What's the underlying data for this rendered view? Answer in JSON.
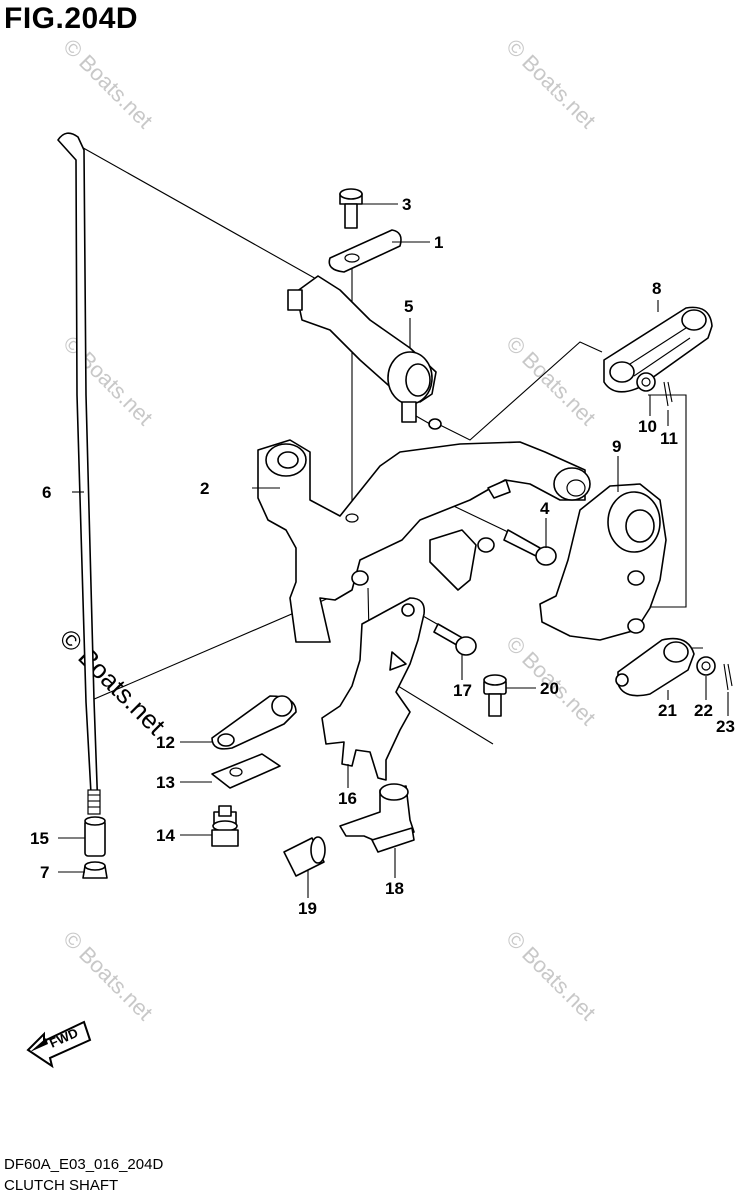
{
  "figure": {
    "title": "FIG.204D",
    "code": "DF60A_E03_016_204D",
    "name": "CLUTCH SHAFT",
    "watermark": "© Boats.net",
    "fwd_label": "FWD"
  },
  "callouts": [
    {
      "id": "c1",
      "label": "1"
    },
    {
      "id": "c2",
      "label": "2"
    },
    {
      "id": "c3",
      "label": "3"
    },
    {
      "id": "c4",
      "label": "4"
    },
    {
      "id": "c5",
      "label": "5"
    },
    {
      "id": "c6",
      "label": "6"
    },
    {
      "id": "c7",
      "label": "7"
    },
    {
      "id": "c8",
      "label": "8"
    },
    {
      "id": "c9",
      "label": "9"
    },
    {
      "id": "c10",
      "label": "10"
    },
    {
      "id": "c11",
      "label": "11"
    },
    {
      "id": "c12",
      "label": "12"
    },
    {
      "id": "c13",
      "label": "13"
    },
    {
      "id": "c14",
      "label": "14"
    },
    {
      "id": "c15",
      "label": "15"
    },
    {
      "id": "c16",
      "label": "16"
    },
    {
      "id": "c17",
      "label": "17"
    },
    {
      "id": "c18",
      "label": "18"
    },
    {
      "id": "c19",
      "label": "19"
    },
    {
      "id": "c20",
      "label": "20"
    },
    {
      "id": "c21",
      "label": "21"
    },
    {
      "id": "c22",
      "label": "22"
    },
    {
      "id": "c23",
      "label": "23"
    }
  ]
}
